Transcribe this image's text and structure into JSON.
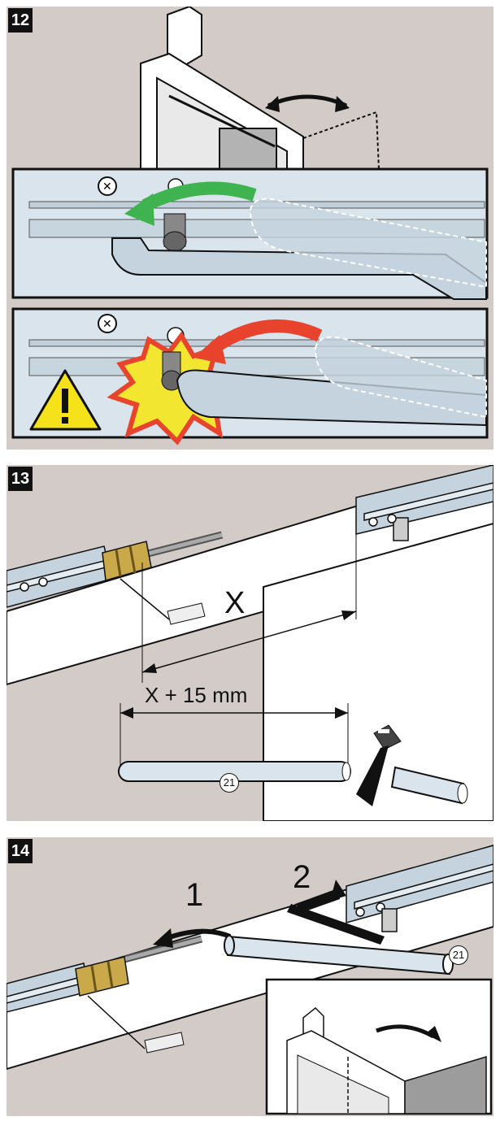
{
  "steps": [
    {
      "number": "12"
    },
    {
      "number": "13",
      "dimension_label": "X",
      "cut_length_label": "X + 15 mm",
      "part_ref": "21"
    },
    {
      "number": "14",
      "arrow_1_label": "1",
      "arrow_2_label": "2",
      "part_ref": "21"
    }
  ],
  "colors": {
    "background_grey": "#d2cbc7",
    "panel_blue": "#d9e4ec",
    "correct_arrow": "#3fb34f",
    "wrong_arrow": "#e8442d",
    "impact_burst": "#f2e630",
    "warning_yellow": "#f6e21b",
    "brass_coupling": "#c9a94a"
  },
  "icons": [
    "warning-triangle-icon",
    "saw-icon",
    "screw-head-icon"
  ]
}
